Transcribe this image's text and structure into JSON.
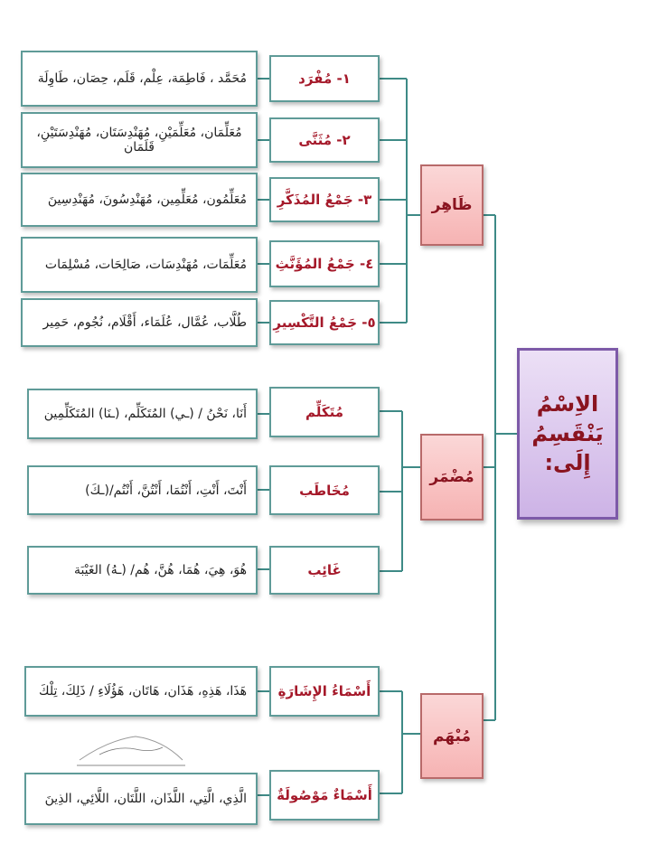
{
  "root": {
    "line1": "الاِسْمُ",
    "line2": "يَنْقَسِمُ إِلَى:"
  },
  "colors": {
    "connector": "#3e8a86",
    "label_text": "#a5192a",
    "category_fill": "#f6b3b3",
    "root_fill": "#d9c6ec"
  },
  "categories": [
    {
      "label": "ظَاهِر",
      "items": [
        {
          "label": "١- مُفْرَد",
          "examples": "مُحَمَّد ، فَاطِمَة، عِلْم، قَلَم، حِصَان، طَاوِلَة"
        },
        {
          "label": "٢- مُثَنَّى",
          "examples": "مُعَلِّمَان، مُعَلِّمَيْنِ، مُهَنْدِسَتَان، مُهَنْدِسَتَيْنِ، قَلَمَان"
        },
        {
          "label": "٣- جَمْعُ المُذَكَّرِ",
          "examples": "مُعَلِّمُون، مُعَلِّمِين، مُهَنْدِسُونَ، مُهَنْدِسِينَ"
        },
        {
          "label": "٤- جَمْعُ المُؤَنَّثِ",
          "examples": "مُعَلِّمَات، مُهَنْدِسَات، صَالِحَات، مُسْلِمَات"
        },
        {
          "label": "٥- جَمْعُ التَّكْسِيرِ",
          "examples": "طُلَّاب، عُمَّال، عُلَمَاء، أَقْلَام، نُجُوم، حَمِير"
        }
      ]
    },
    {
      "label": "مُضْمَر",
      "items": [
        {
          "label": "مُتَكَلِّم",
          "examples": "أَنَا، نَحْنُ / (ـي) المُتَكَلِّم، (ـنَا) المُتَكَلِّمِين"
        },
        {
          "label": "مُخَاطَب",
          "examples": "أَنْتَ، أَنْتِ، أَنْتُمَا، أَنْتُنَّ، أَنْتُم/(ـكَ)"
        },
        {
          "label": "غَائِب",
          "examples": "هُوَ، هِيَ، هُمَا، هُنَّ، هُم/ (ـهُ) الغَيْبَة"
        }
      ]
    },
    {
      "label": "مُبْهَم",
      "items": [
        {
          "label": "أَسْمَاءُ الإِشَارَةِ",
          "examples": "هَذَا، هَذِهِ، هَذَان، هَاتَان، هَؤُلَاءِ / ذَلِكَ، تِلْكَ"
        },
        {
          "label": "أَسْمَاءٌ مَوْصُولَةٌ",
          "examples": "الَّذِي، الَّتِي، اللَّذَان، اللَّتَان، اللَّائِي، الذِينَ"
        }
      ]
    }
  ]
}
